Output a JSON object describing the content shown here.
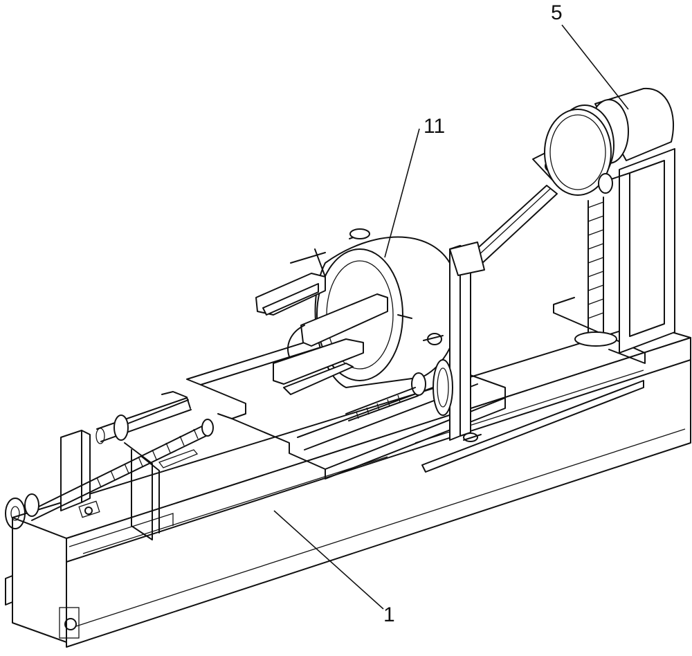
{
  "callouts": [
    {
      "id": "part-5",
      "label": "5"
    },
    {
      "id": "part-11",
      "label": "11"
    },
    {
      "id": "part-1",
      "label": "1"
    }
  ]
}
